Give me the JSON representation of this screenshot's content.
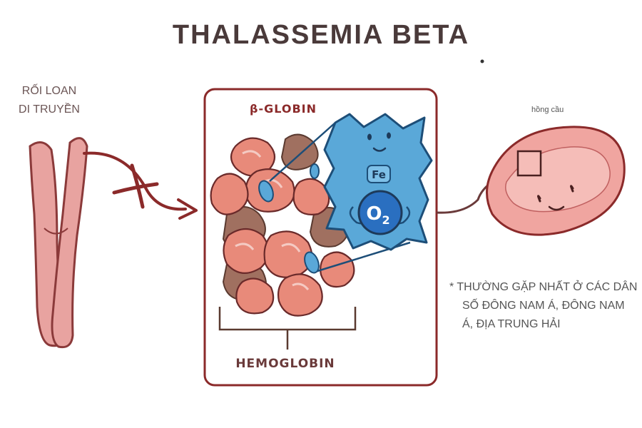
{
  "title": "THALASSEMIA BETA",
  "left_label": {
    "line1": "RỐI LOAN",
    "line2": "DI TRUYỀN"
  },
  "protein_label": "β-GLOBIN",
  "complex_label": "HEMOGLOBIN",
  "iron_label": "Fe",
  "oxygen_label": "O",
  "oxygen_subscript": "2",
  "cell_label": "hồng cầu",
  "note": {
    "line1": "* THƯỜNG GẶP NHẤT Ở CÁC DÂN",
    "line2": "SỐ ĐÔNG NAM Á, ĐÔNG NAM",
    "line3": "Á, ĐỊA TRUNG HẢI"
  },
  "colors": {
    "chromosome": "#e8a3a0",
    "outline": "#8b2a2a",
    "globin_pink": "#e88a7a",
    "globin_brown": "#a07060",
    "heme_blue": "#5aa8d8",
    "rbc_fill": "#f0a5a0"
  }
}
